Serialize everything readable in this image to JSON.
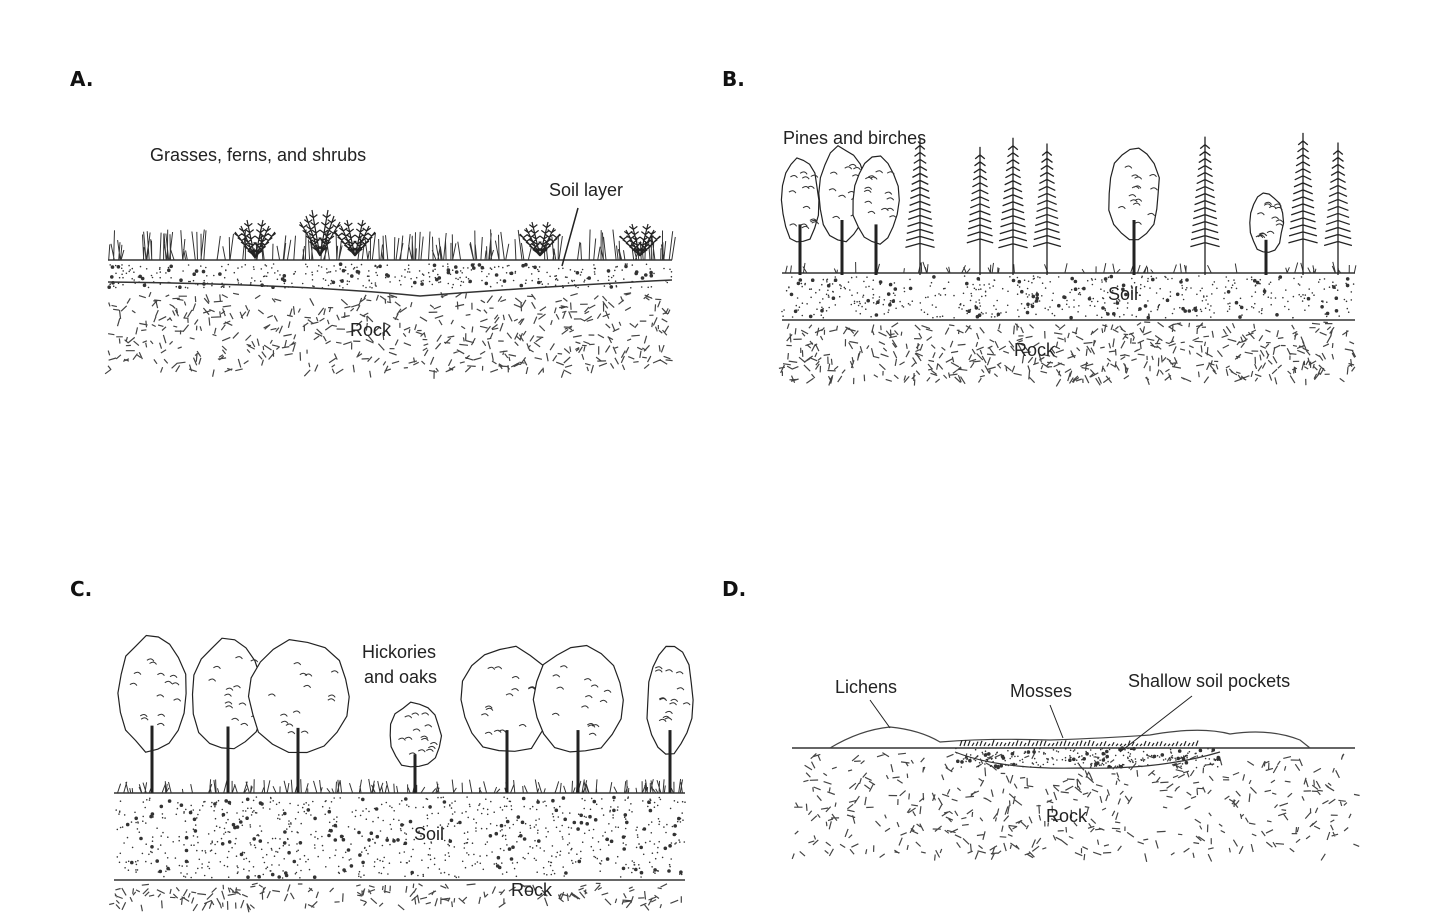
{
  "panels": {
    "a": {
      "letter": "A.",
      "vegetation": "Grasses, ferns, and shrubs",
      "soil": "Soil layer",
      "rock": "Rock"
    },
    "b": {
      "letter": "B.",
      "vegetation": "Pines and birches",
      "soil": "Soil",
      "rock": "Rock"
    },
    "c": {
      "letter": "C.",
      "vegetation_line1": "Hickories",
      "vegetation_line2": "and oaks",
      "soil": "Soil",
      "rock": "Rock"
    },
    "d": {
      "letter": "D.",
      "lichens": "Lichens",
      "mosses": "Mosses",
      "soil": "Shallow soil pockets",
      "rock": "Rock"
    }
  }
}
